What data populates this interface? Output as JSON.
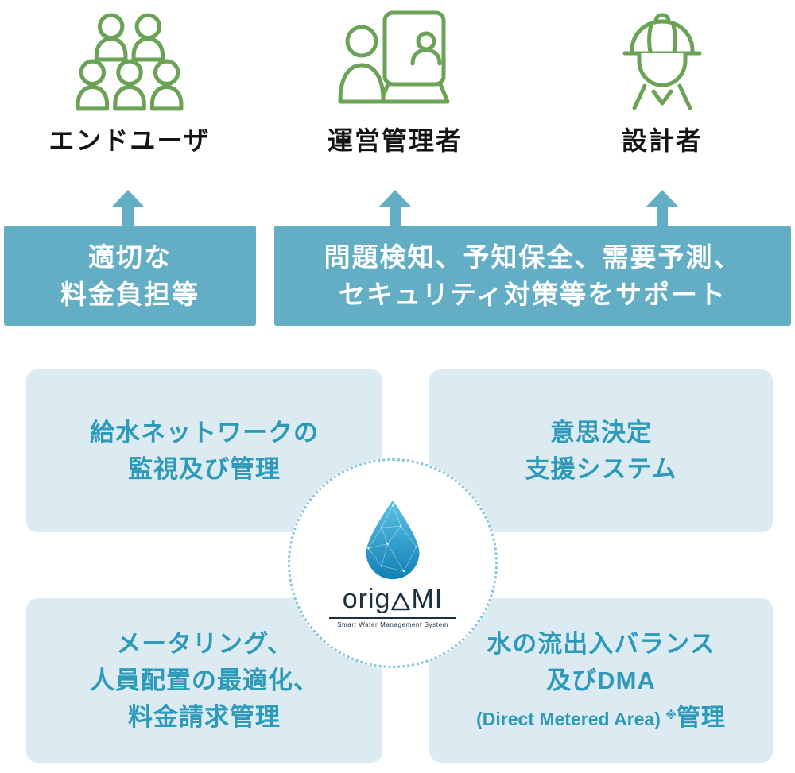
{
  "personas": [
    {
      "label": "エンドユーザ",
      "icon": "end-users-group-icon"
    },
    {
      "label": "運営管理者",
      "icon": "operations-manager-icon"
    },
    {
      "label": "設計者",
      "icon": "designer-hardhat-icon"
    }
  ],
  "benefit_banners": {
    "end_user": {
      "lines": [
        "適切な",
        "料金負担等"
      ]
    },
    "manager_designer": {
      "lines": [
        "問題検知、予知保全、需要予測、",
        "セキュリティ対策等をサポート"
      ]
    }
  },
  "function_boxes": {
    "top_left": {
      "lines": [
        "給水ネットワークの",
        "監視及び管理"
      ]
    },
    "top_right": {
      "lines": [
        "意思決定",
        "支援システム"
      ]
    },
    "bottom_left": {
      "lines": [
        "メータリング、",
        "人員配置の最適化、",
        "料金請求管理"
      ]
    },
    "bottom_right": {
      "lines": [
        "水の流出入バランス",
        "及びDMA"
      ],
      "sub_line": "(Direct Metered Area)",
      "note_mark": "※",
      "note_text": "管理"
    }
  },
  "logo": {
    "brand_full": "origAMI",
    "brand_prefix": "orig",
    "brand_suffix": "MI",
    "subtitle": "Smart Water Management System"
  },
  "colors": {
    "icon_green": "#6aa355",
    "banner_teal": "#63aec5",
    "box_light_blue": "#dcebf2",
    "box_text_teal": "#2e9ab9",
    "logo_navy": "#1c3040",
    "circle_dot": "#85c6d8",
    "drop_blue_top": "#5fc2e6",
    "drop_blue_bottom": "#1180b5"
  }
}
